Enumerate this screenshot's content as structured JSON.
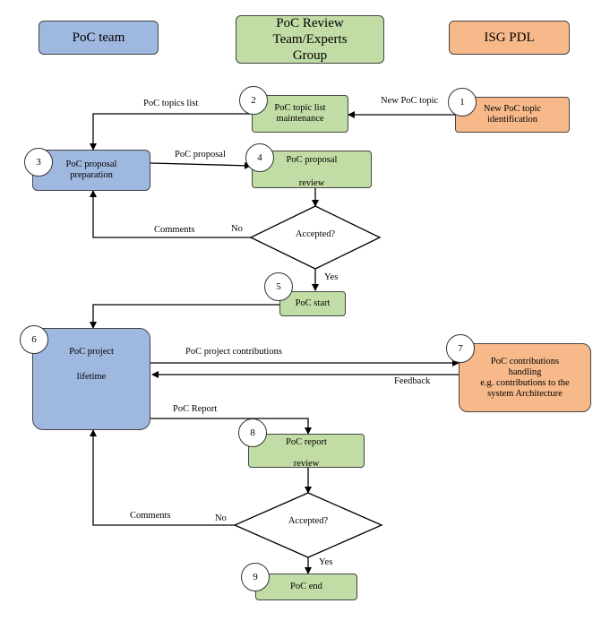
{
  "legend": {
    "team": "PoC team",
    "review_group": "PoC Review Team/Experts Group",
    "isg": "ISG PDL"
  },
  "steps": {
    "s1": {
      "num": "1",
      "label": "New PoC topic identification"
    },
    "s2": {
      "num": "2",
      "label": "PoC topic list maintenance"
    },
    "s3": {
      "num": "3",
      "label": "PoC proposal preparation"
    },
    "s4": {
      "num": "4",
      "label": "PoC proposal",
      "label2": "review"
    },
    "s5": {
      "num": "5",
      "label": "PoC start"
    },
    "s6": {
      "num": "6",
      "label": "PoC project",
      "label2": "lifetime"
    },
    "s7": {
      "num": "7",
      "label": "PoC contributions handling",
      "label2": "e.g. contributions to the system Architecture"
    },
    "s8": {
      "num": "8",
      "label": "PoC report",
      "label2": "review"
    },
    "s9": {
      "num": "9",
      "label": "PoC end"
    }
  },
  "decisions": {
    "d1": "Accepted?",
    "d2": "Accepted?"
  },
  "edge_labels": {
    "new_topic": "New PoC topic",
    "topics_list": "PoC topics list",
    "proposal": "PoC proposal",
    "comments1": "Comments",
    "no1": "No",
    "yes1": "Yes",
    "contributions": "PoC project contributions",
    "feedback": "Feedback",
    "report": "PoC Report",
    "comments2": "Comments",
    "no2": "No",
    "yes2": "Yes"
  },
  "colors": {
    "blue": "#9fb8e0",
    "green": "#c1dca4",
    "orange": "#f7b98a"
  }
}
